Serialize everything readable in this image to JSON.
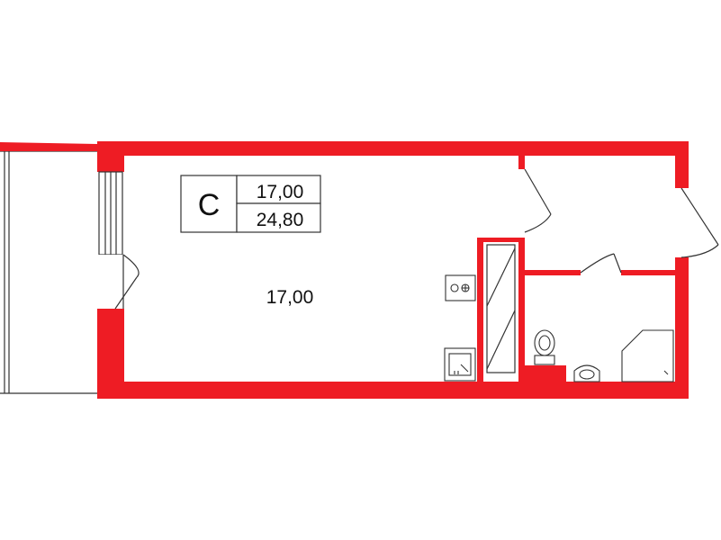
{
  "plan": {
    "apartment_type": "С",
    "living_area": "17,00",
    "total_area": "24,80",
    "room_area_label": "17,00"
  },
  "colors": {
    "wall": "#ee1c24",
    "outline": "#333333",
    "background": "#ffffff"
  },
  "icons": [
    "stove-icon",
    "sink-icon",
    "toilet-icon",
    "washbasin-icon",
    "shower-icon"
  ]
}
